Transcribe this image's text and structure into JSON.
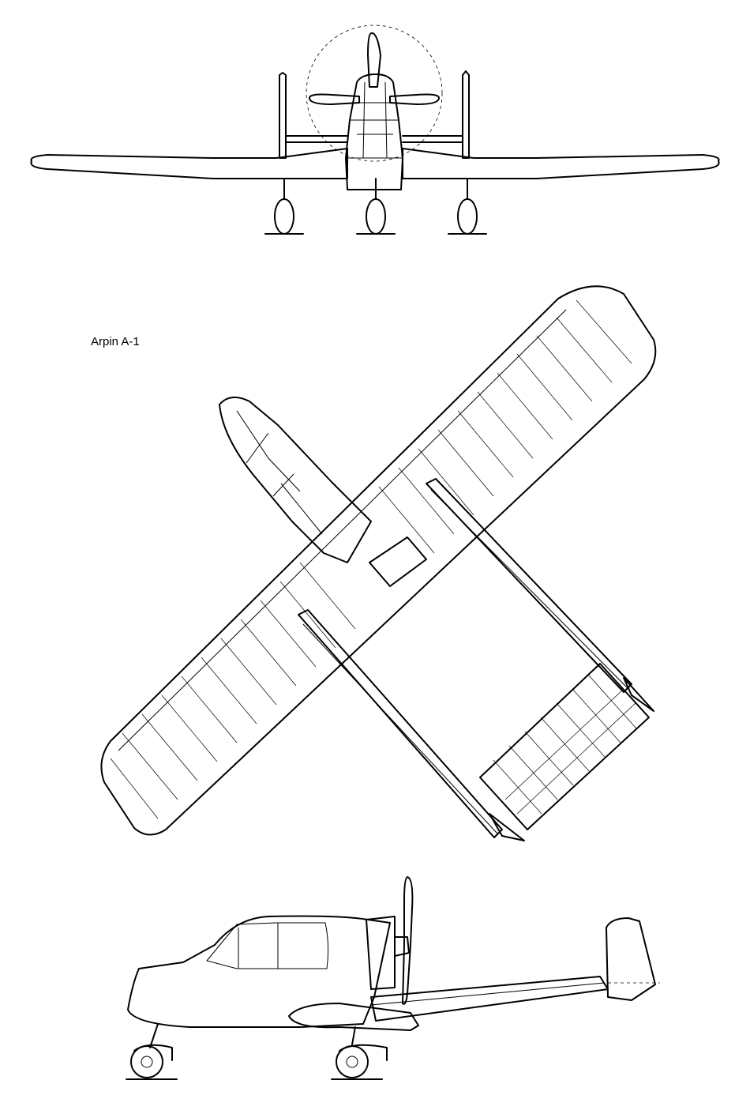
{
  "drawing": {
    "title": "Arpin A-1",
    "views": [
      {
        "name": "front-view"
      },
      {
        "name": "plan-view"
      },
      {
        "name": "side-view"
      }
    ],
    "line_color": "#000000",
    "background": "#ffffff"
  }
}
